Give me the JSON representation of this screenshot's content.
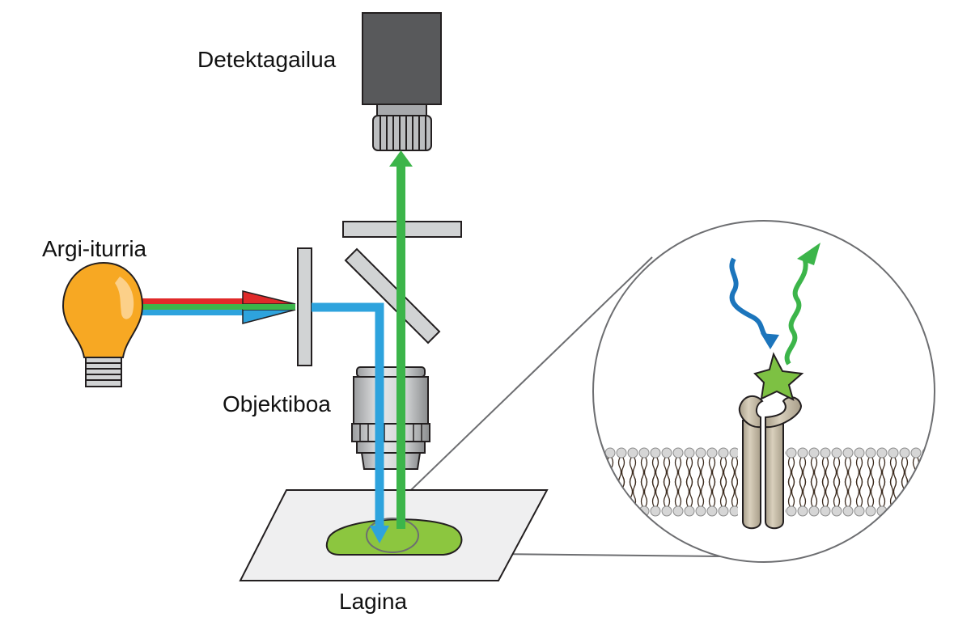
{
  "labels": {
    "detector": "Detektagailua",
    "light_source": "Argi-iturria",
    "objective": "Objektiboa",
    "slide": "Lagina"
  },
  "colors": {
    "excitation_blue": "#2ea3dd",
    "emission_green": "#3cb54a",
    "red_beam": "#e02a2a",
    "specimen_green": "#8cc63f",
    "bulb_orange": "#f7a823",
    "camera_gray": "#58595b",
    "optic_gray": "#d1d3d4",
    "wave_blue": "#1c75bc",
    "wave_green": "#3cb54a",
    "receptor_tan": "#c2b8a3",
    "membrane_tail": "#3b2a1d",
    "star_green": "#7dc143"
  },
  "icons": [
    "lightbulb-icon",
    "camera-icon",
    "objective-lens-icon",
    "fluorophore-star-icon",
    "receptor-icon"
  ]
}
